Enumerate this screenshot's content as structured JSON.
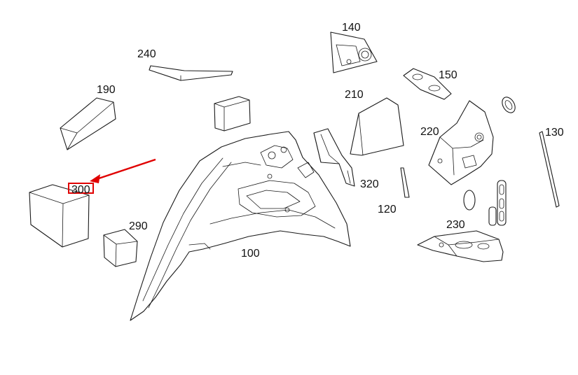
{
  "labels": {
    "p100": "100",
    "p120": "120",
    "p130": "130",
    "p140": "140",
    "p150": "150",
    "p190": "190",
    "p210": "210",
    "p220": "220",
    "p230": "230",
    "p240": "240",
    "p290": "290",
    "p300": "300",
    "p320": "320"
  },
  "highlighted_part": "300",
  "colors": {
    "highlight": "#e00000",
    "line": "#1a1a1a",
    "background": "#ffffff"
  }
}
